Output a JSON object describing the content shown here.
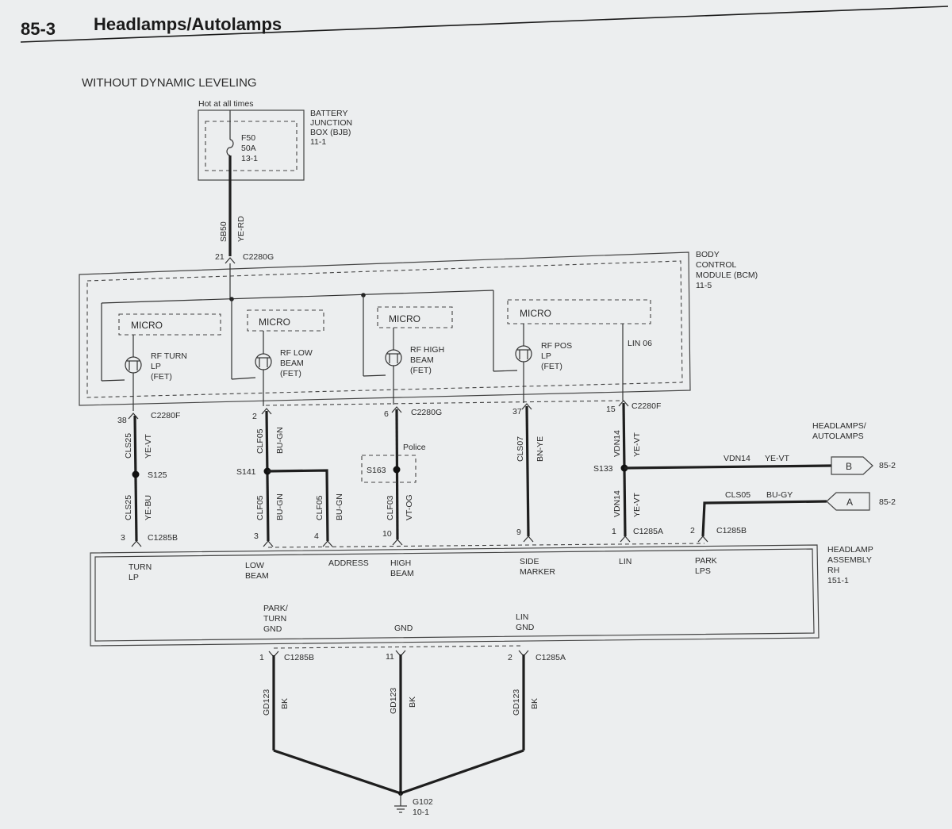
{
  "header": {
    "page_number": "85-3",
    "title": "Headlamps/Autolamps"
  },
  "subtitle": "WITHOUT DYNAMIC LEVELING",
  "bjb": {
    "hot_label": "Hot at all times",
    "name_lines": [
      "BATTERY",
      "JUNCTION",
      "BOX (BJB)",
      "11-1"
    ],
    "fuse_lines": [
      "F50",
      "50A",
      "13-1"
    ]
  },
  "feed_wire": {
    "circuit": "SB50",
    "color": "YE-RD",
    "pin": "21",
    "connector": "C2280G"
  },
  "bcm": {
    "name_lines": [
      "BODY",
      "CONTROL",
      "MODULE (BCM)",
      "11-5"
    ],
    "micro_label": "MICRO",
    "lin_label": "LIN 06",
    "fets": [
      {
        "lines": [
          "RF TURN",
          "LP",
          "(FET)"
        ]
      },
      {
        "lines": [
          "RF LOW",
          "BEAM",
          "(FET)"
        ]
      },
      {
        "lines": [
          "RF HIGH",
          "BEAM",
          "(FET)"
        ]
      },
      {
        "lines": [
          "RF POS",
          "LP",
          "(FET)"
        ]
      }
    ]
  },
  "circuits": {
    "turn": {
      "pin": "38",
      "connector": "C2280F",
      "circuit1": "CLS25",
      "color1": "YE-VT",
      "splice": "S125",
      "circuit2": "CLS25",
      "color2": "YE-BU",
      "pin2": "3",
      "connector2": "C1285B"
    },
    "low": {
      "pin": "2",
      "circuit1": "CLF05",
      "color1": "BU-GN",
      "splice": "S141",
      "circuit2": "CLF05",
      "color2": "BU-GN",
      "circuit3": "CLF05",
      "color3": "BU-GN",
      "pin2": "3",
      "pin3": "4"
    },
    "high": {
      "pin": "6",
      "connector": "C2280G",
      "circuit1": "CLF03",
      "color1": "VT-OG",
      "splice": "S163",
      "option": "Police",
      "pin2": "10"
    },
    "side": {
      "pin": "37",
      "circuit1": "CLS07",
      "color1": "BN-YE",
      "pin2": "9"
    },
    "lin": {
      "pin": "15",
      "connector": "C2280F",
      "circuit1": "VDN14",
      "color1": "YE-VT",
      "splice": "S133",
      "circuit2": "VDN14",
      "color2": "YE-VT",
      "pin2": "1",
      "connector2": "C1285A"
    },
    "park": {
      "pin": "2",
      "connector": "C1285B",
      "circuit": "CLS05",
      "color": "BU-GY"
    }
  },
  "offpage": {
    "title_lines": [
      "HEADLAMPS/",
      "AUTOLAMPS"
    ],
    "b": {
      "circuit": "VDN14",
      "color": "YE-VT",
      "letter": "B",
      "ref": "85-2"
    },
    "a": {
      "circuit": "CLS05",
      "color": "BU-GY",
      "letter": "A",
      "ref": "85-2"
    }
  },
  "headlamp": {
    "name_lines": [
      "HEADLAMP",
      "ASSEMBLY",
      "RH",
      "151-1"
    ],
    "labels": [
      {
        "lines": [
          "TURN",
          "LP"
        ]
      },
      {
        "lines": [
          "LOW",
          "BEAM"
        ]
      },
      {
        "lines": [
          "ADDRESS"
        ]
      },
      {
        "lines": [
          "HIGH",
          "BEAM"
        ]
      },
      {
        "lines": [
          "SIDE",
          "MARKER"
        ]
      },
      {
        "lines": [
          "LIN"
        ]
      },
      {
        "lines": [
          "PARK",
          "LPS"
        ]
      }
    ],
    "grounds": [
      {
        "lines": [
          "PARK/",
          "TURN",
          "GND"
        ]
      },
      {
        "lines": [
          "GND"
        ]
      },
      {
        "lines": [
          "LIN",
          "GND"
        ]
      }
    ]
  },
  "ground_wires": [
    {
      "pin": "1",
      "connector": "C1285B",
      "circuit": "GD123",
      "color": "BK"
    },
    {
      "pin": "11",
      "connector": "",
      "circuit": "GD123",
      "color": "BK"
    },
    {
      "pin": "2",
      "connector": "C1285A",
      "circuit": "GD123",
      "color": "BK"
    }
  ],
  "ground_point": {
    "name": "G102",
    "ref": "10-1"
  }
}
